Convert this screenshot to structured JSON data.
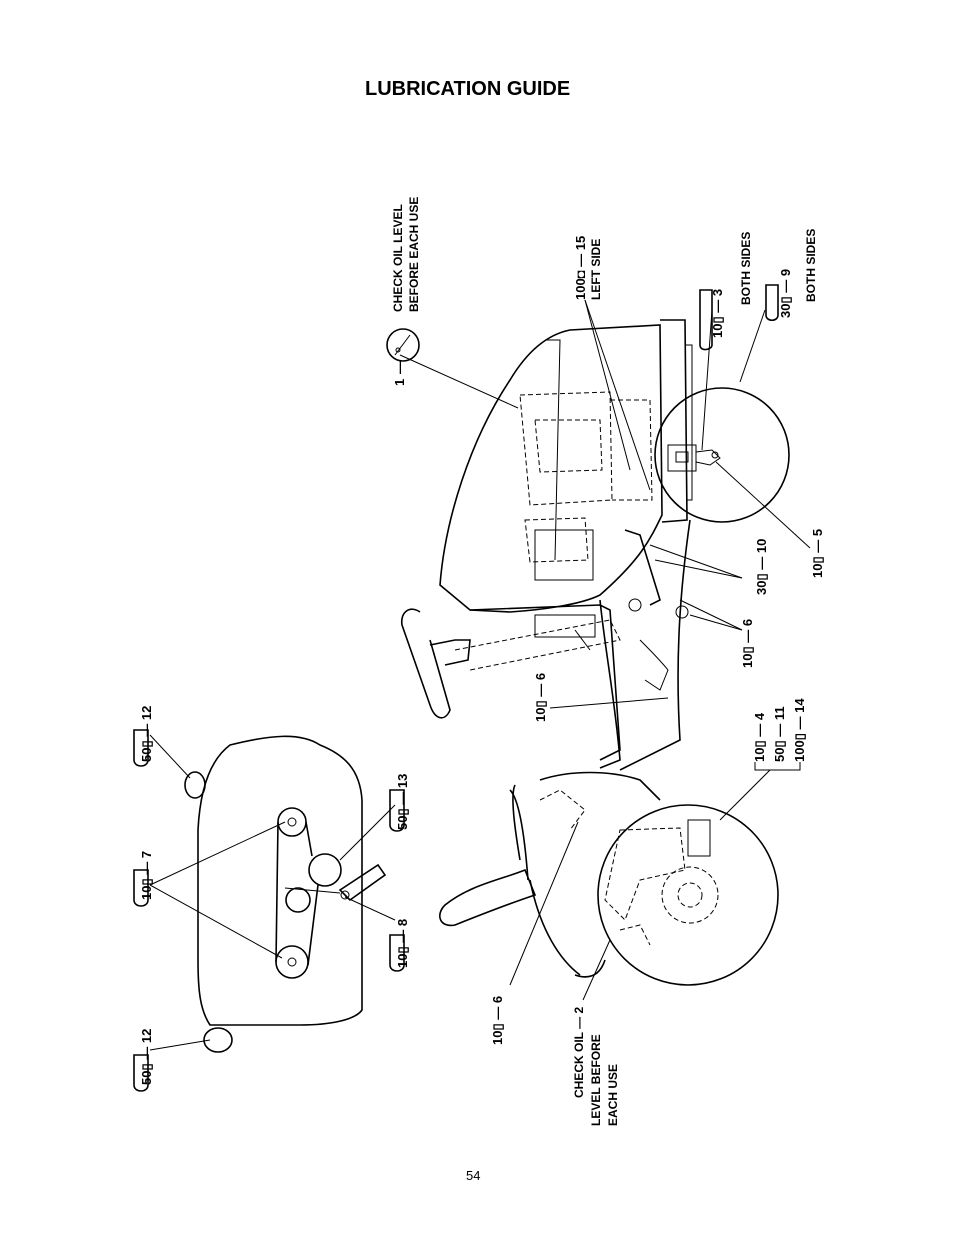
{
  "page": {
    "title": "LUBRICATION GUIDE",
    "page_number": "54"
  },
  "callouts": {
    "c1": {
      "interval": "",
      "sep": "—",
      "num": "1",
      "note_line1": "CHECK OIL LEVEL",
      "note_line2": "BEFORE EACH USE",
      "icon": "dipstick-icon"
    },
    "c15": {
      "interval": "100",
      "sep": "—",
      "num": "15",
      "note": "LEFT SIDE",
      "icon": "hour-icon"
    },
    "c3": {
      "interval": "10",
      "sep": "—",
      "num": "3",
      "note": "BOTH SIDES",
      "icon": "oil-can-icon"
    },
    "c9": {
      "interval": "30",
      "sep": "—",
      "num": "9",
      "note": "BOTH SIDES",
      "icon": "oil-can-icon"
    },
    "c5": {
      "interval": "10",
      "sep": "—",
      "num": "5",
      "icon": "oil-can-icon"
    },
    "c10": {
      "interval": "30",
      "sep": "—",
      "num": "10",
      "icon": "oil-can-icon"
    },
    "c6a": {
      "interval": "10",
      "sep": "—",
      "num": "6",
      "icon": "grease-icon"
    },
    "c6b": {
      "interval": "10",
      "sep": "—",
      "num": "6",
      "icon": "grease-icon"
    },
    "c6c": {
      "interval": "10",
      "sep": "—",
      "num": "6",
      "icon": "grease-icon"
    },
    "c4": {
      "interval": "10",
      "sep": "—",
      "num": "4"
    },
    "c11": {
      "interval": "50",
      "sep": "—",
      "num": "11"
    },
    "c14": {
      "interval": "100",
      "sep": "—",
      "num": "14"
    },
    "c2": {
      "lead": "CHECK OIL",
      "sep": "—",
      "num": "2",
      "line2": "LEVEL BEFORE",
      "line3": "EACH USE"
    },
    "c12a": {
      "interval": "50",
      "sep": "—",
      "num": "12",
      "icon": "oil-can-icon"
    },
    "c12b": {
      "interval": "50",
      "sep": "—",
      "num": "12",
      "icon": "oil-can-icon"
    },
    "c7": {
      "interval": "10",
      "sep": "—",
      "num": "7",
      "icon": "oil-can-icon"
    },
    "c8": {
      "interval": "10",
      "sep": "—",
      "num": "8",
      "icon": "oil-can-icon"
    },
    "c13": {
      "interval": "50",
      "sep": "—",
      "num": "13",
      "icon": "oil-can-icon"
    }
  }
}
